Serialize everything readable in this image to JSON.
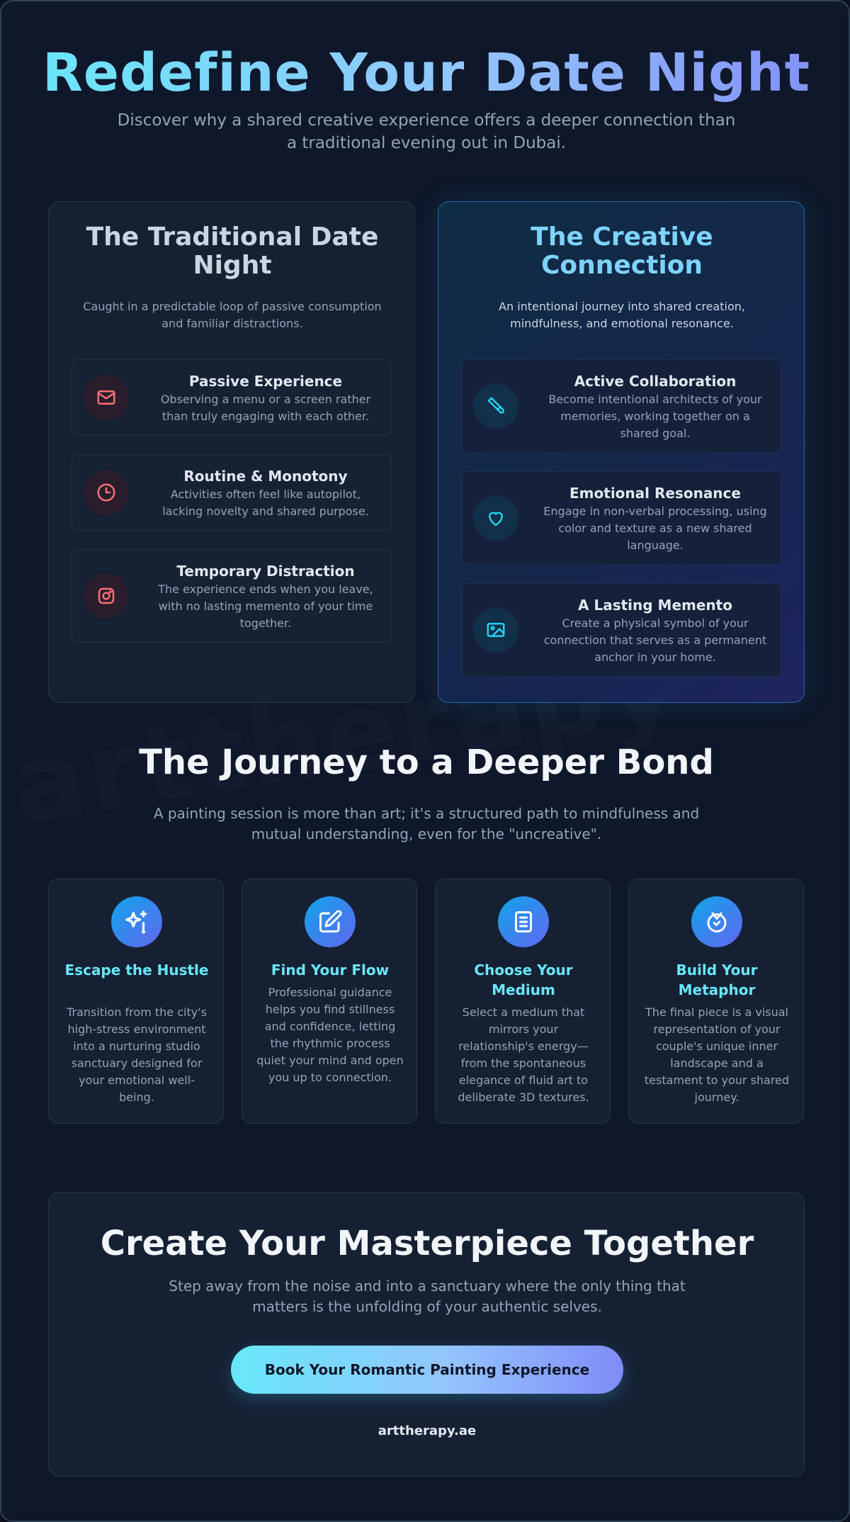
{
  "hero": {
    "title": "Redefine Your Date Night",
    "subtitle": "Discover why a shared creative experience offers a deeper connection than a traditional evening out in Dubai."
  },
  "watermark": "arttherapy",
  "traditional": {
    "title": "The Traditional Date Night",
    "description": "Caught in a predictable loop of passive consumption and familiar distractions.",
    "items": [
      {
        "title": "Passive Experience",
        "description": "Observing a menu or a screen rather than truly engaging with each other.",
        "icon": "envelope-icon"
      },
      {
        "title": "Routine & Monotony",
        "description": "Activities often feel like autopilot, lacking novelty and shared purpose.",
        "icon": "clock-icon"
      },
      {
        "title": "Temporary Distraction",
        "description": "The experience ends when you leave, with no lasting memento of your time together.",
        "icon": "instagram-icon"
      }
    ]
  },
  "creative": {
    "title": "The Creative Connection",
    "description": "An intentional journey into shared creation, mindfulness, and emotional resonance.",
    "items": [
      {
        "title": "Active Collaboration",
        "description": "Become intentional architects of your memories, working together on a shared goal.",
        "icon": "paintbrush-icon"
      },
      {
        "title": "Emotional Resonance",
        "description": "Engage in non-verbal processing, using color and texture as a new shared language.",
        "icon": "heart-icon"
      },
      {
        "title": "A Lasting Memento",
        "description": "Create a physical symbol of your connection that serves as a permanent anchor in your home.",
        "icon": "image-icon"
      }
    ]
  },
  "journey": {
    "title": "The Journey to a Deeper Bond",
    "subtitle": "A painting session is more than art; it's a structured path to mindfulness and mutual understanding, even for the \"uncreative\".",
    "steps": [
      {
        "title": "Escape the Hustle",
        "description": "Transition from the city's high-stress environment into a nurturing studio sanctuary designed for your emotional well-being.",
        "icon": "sparkles-icon"
      },
      {
        "title": "Find Your Flow",
        "description": "Professional guidance helps you find stillness and confidence, letting the rhythmic process quiet your mind and open you up to connection.",
        "icon": "pencil-square-icon"
      },
      {
        "title": "Choose Your Medium",
        "description": "Select a medium that mirrors your relationship's energy—from the spontaneous elegance of fluid art to deliberate 3D textures.",
        "icon": "document-icon"
      },
      {
        "title": "Build Your Metaphor",
        "description": "The final piece is a visual representation of your couple's unique inner landscape and a testament to your shared journey.",
        "icon": "badge-check-icon"
      }
    ]
  },
  "cta": {
    "title": "Create Your Masterpiece Together",
    "subtitle": "Step away from the noise and into a sanctuary where the only thing that matters is the unfolding of your authentic selves.",
    "button_label": "Book Your Romantic Painting Experience",
    "site": "arttherapy.ae"
  },
  "colors": {
    "background": "#0f172a",
    "card": "#162033",
    "accent_cyan": "#67e8f9",
    "accent_indigo": "#818cf8",
    "danger_icon": "#f87171",
    "creative_icon": "#22d3ee"
  }
}
